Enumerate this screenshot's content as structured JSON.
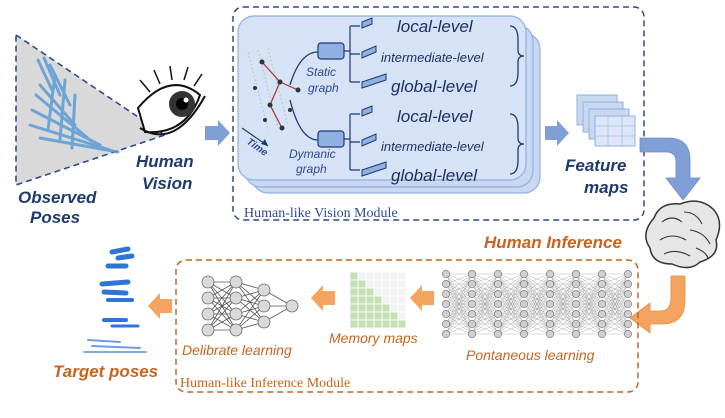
{
  "labels": {
    "observed_poses_1": "Observed",
    "observed_poses_2": "Poses",
    "human_vision_1": "Human",
    "human_vision_2": "Vision",
    "time": "Time",
    "static_graph_1": "Static",
    "static_graph_2": "graph",
    "dynamic_graph_1": "Dymanic",
    "dynamic_graph_2": "graph",
    "local_level": "local-level",
    "intermediate_level": "intermediate-level",
    "global_level": "global-level",
    "feature_maps_1": "Feature",
    "feature_maps_2": "maps",
    "vision_module": "Human-like Vision Module",
    "human_inference": "Human Inference",
    "pontaneous_learning": "Pontaneous learning",
    "memory_maps": "Memory maps",
    "delibrate_learning": "Delibrate learning",
    "target_poses": "Target poses",
    "inference_module": "Human-like Inference Module"
  },
  "colors": {
    "blue_dark": "#1f3a6e",
    "blue_mid": "#2e4a8c",
    "blue_fill": "#c9d7f0",
    "arrow_blue": "#7f9fd6",
    "orange": "#c8641e",
    "arrow_orange": "#f4a460",
    "memory_green": "#c6e0b4"
  }
}
